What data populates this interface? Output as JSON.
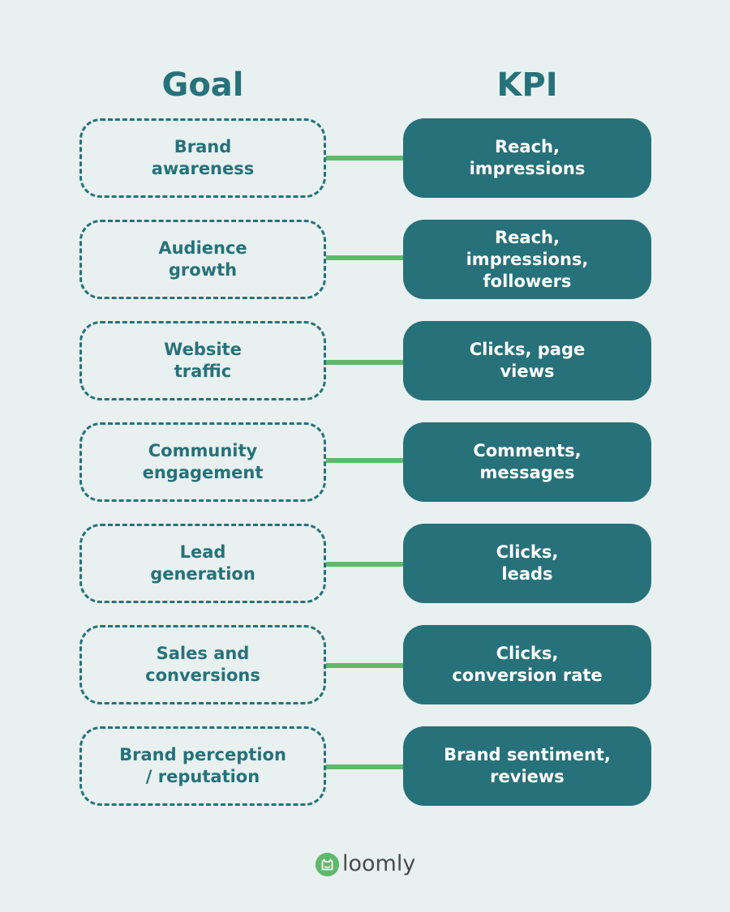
{
  "headers": {
    "goal": "Goal",
    "kpi": "KPI"
  },
  "rows": [
    {
      "goal": "Brand\nawareness",
      "kpi": "Reach,\nimpressions"
    },
    {
      "goal": "Audience\ngrowth",
      "kpi": "Reach,\nimpressions,\nfollowers"
    },
    {
      "goal": "Website\ntraffic",
      "kpi": "Clicks, page\nviews"
    },
    {
      "goal": "Community\nengagement",
      "kpi": "Comments,\nmessages"
    },
    {
      "goal": "Lead\ngeneration",
      "kpi": "Clicks,\nleads"
    },
    {
      "goal": "Sales and\nconversions",
      "kpi": "Clicks,\nconversion rate"
    },
    {
      "goal": "Brand perception\n/ reputation",
      "kpi": "Brand sentiment,\nreviews"
    }
  ],
  "brand": {
    "name": "loomly",
    "icon": "loomly-logo-icon"
  },
  "colors": {
    "background": "#e8f1f0",
    "teal": "#27717a",
    "arrow_green": "#5fb96b",
    "logo_text": "#4a4a4a"
  }
}
